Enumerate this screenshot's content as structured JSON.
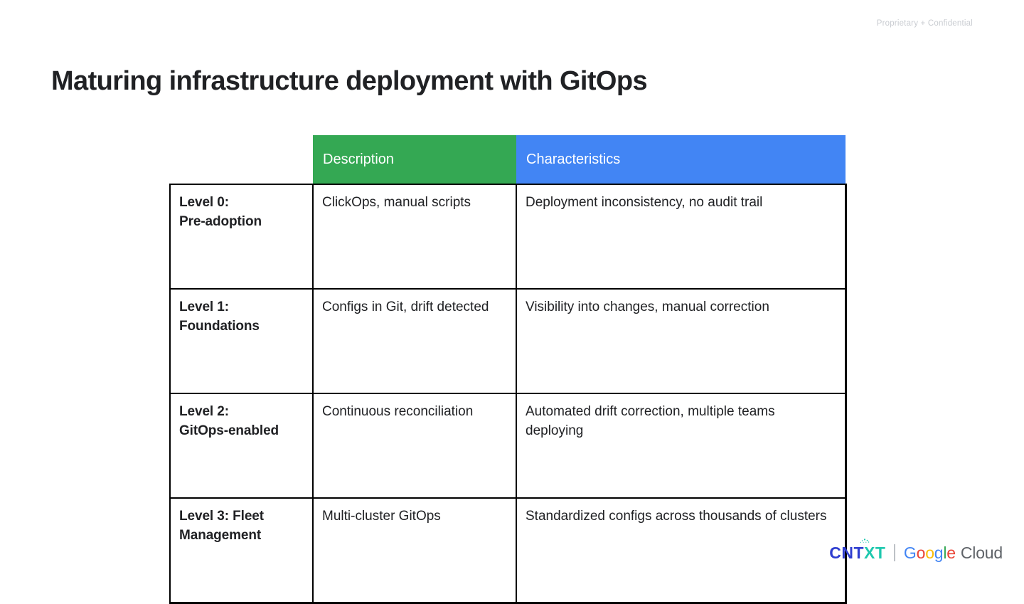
{
  "header": {
    "confidential": "Proprietary + Confidential"
  },
  "title": "Maturing infrastructure deployment with GitOps",
  "table": {
    "columns": [
      {
        "key": "level",
        "label": "",
        "header_fill": "#ffffff"
      },
      {
        "key": "description",
        "label": "Description",
        "header_fill": "#34a853"
      },
      {
        "key": "characteristics",
        "label": "Characteristics",
        "header_fill": "#4285f4"
      }
    ],
    "rows": [
      {
        "level": "Level 0:\nPre-adoption",
        "description": "ClickOps, manual scripts",
        "characteristics": "Deployment inconsistency, no audit trail"
      },
      {
        "level": "Level 1:\nFoundations",
        "description": "Configs in Git, drift detected",
        "characteristics": "Visibility into changes, manual correction"
      },
      {
        "level": "Level 2:\nGitOps-enabled",
        "description": "Continuous reconciliation",
        "characteristics": "Automated drift correction, multiple teams deploying"
      },
      {
        "level": "Level 3: Fleet Management",
        "description": "Multi-cluster GitOps",
        "characteristics": "Standardized configs across thousands of clusters"
      }
    ]
  },
  "footer": {
    "cntxt": {
      "part1": "CNT",
      "part2": "XT"
    },
    "google": {
      "g1": "G",
      "o1": "o",
      "o2": "o",
      "g2": "g",
      "l": "l",
      "e": "e",
      "cloud": "Cloud"
    }
  },
  "colors": {
    "green": "#34a853",
    "blue": "#4285f4",
    "red": "#ea4335",
    "yellow": "#fbbc05",
    "text": "#202124",
    "muted": "#c9ccd1"
  }
}
